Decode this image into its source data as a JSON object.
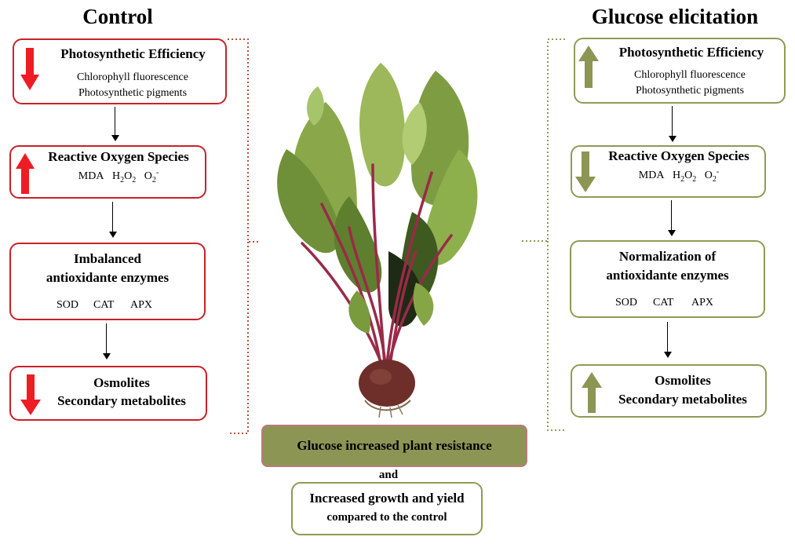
{
  "control": {
    "title": "Control",
    "photo": {
      "title": "Photosynthetic Efficiency",
      "line1": "Chlorophyll fluorescence",
      "line2": "Photosynthetic pigments",
      "trend": "down"
    },
    "ros": {
      "title": "Reactive Oxygen Species",
      "mda": "MDA",
      "h": "H",
      "sub2a": "2",
      "o": "O",
      "sub2b": "2",
      "o2": "O",
      "sub2c": "2",
      "sup": "-",
      "trend": "up"
    },
    "enzymes": {
      "line1": "Imbalanced",
      "line2": "antioxidante enzymes",
      "items": [
        "SOD",
        "CAT",
        "APX"
      ]
    },
    "osmo": {
      "line1": "Osmolites",
      "line2": "Secondary metabolites",
      "trend": "down"
    }
  },
  "glucose": {
    "title": "Glucose elicitation",
    "photo": {
      "title": "Photosynthetic Efficiency",
      "line1": "Chlorophyll fluorescence",
      "line2": "Photosynthetic pigments",
      "trend": "up"
    },
    "ros": {
      "title": "Reactive Oxygen Species",
      "mda": "MDA",
      "h": "H",
      "sub2a": "2",
      "o": "O",
      "sub2b": "2",
      "o2": "O",
      "sub2c": "2",
      "sup": "-",
      "trend": "down"
    },
    "enzymes": {
      "line1": "Normalization of",
      "line2": "antioxidante enzymes",
      "items": [
        "SOD",
        "CAT",
        "APX"
      ]
    },
    "osmo": {
      "line1": "Osmolites",
      "line2": "Secondary metabolites",
      "trend": "up"
    }
  },
  "center": {
    "result": "Glucose increased plant resistance",
    "connector": "and",
    "outcome_line1": "Increased growth and yield",
    "outcome_line2": "compared to the control"
  },
  "colors": {
    "red": "#c8222a",
    "arrow_red": "#ee1c24",
    "green": "#8f9a58",
    "olive_fill": "#8d9554"
  }
}
